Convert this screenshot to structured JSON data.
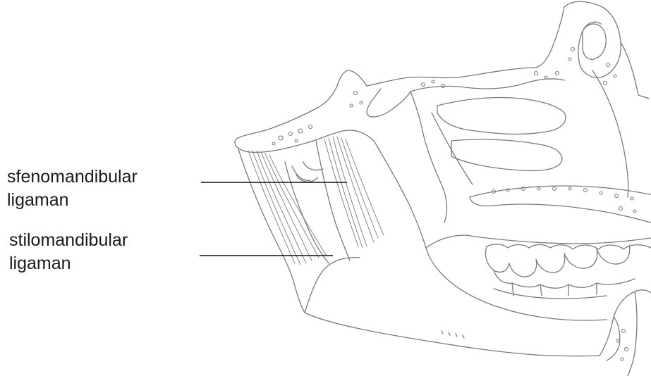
{
  "labels": {
    "sphenomandibular": {
      "line1": "sfenomandibular",
      "line2": "ligaman"
    },
    "stylomandibular": {
      "line1": "stilomandibular",
      "line2": "ligaman"
    }
  },
  "colors": {
    "background": "#ffffff",
    "outline": "#7a7a7a",
    "leader_line": "#111111",
    "text": "#1a1a1a"
  }
}
